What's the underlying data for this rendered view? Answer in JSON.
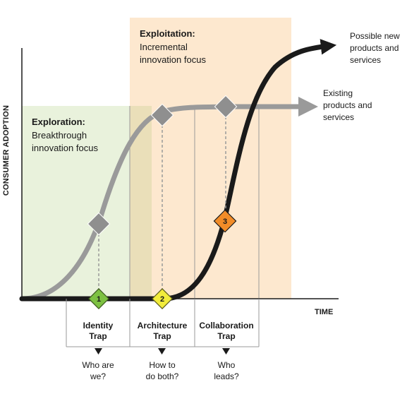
{
  "axes": {
    "y_label": "CONSUMER ADOPTION",
    "x_label": "TIME"
  },
  "zones": {
    "exploration": {
      "title": "Exploration:",
      "subtitle_lines": [
        "Breakthrough",
        "innovation focus"
      ]
    },
    "exploitation": {
      "title": "Exploitation:",
      "subtitle_lines": [
        "Incremental",
        "innovation focus"
      ]
    }
  },
  "curves": {
    "existing": {
      "label_lines": [
        "Existing",
        "products and",
        "services"
      ],
      "color": "#9a9a9a"
    },
    "new": {
      "label_lines": [
        "Possible new",
        "products and",
        "services"
      ],
      "color": "#1a1a1a"
    }
  },
  "traps": [
    {
      "number": "1",
      "title_lines": [
        "Identity",
        "Trap"
      ],
      "question_lines": [
        "Who are",
        "we?"
      ],
      "color": "#7dc142"
    },
    {
      "number": "2",
      "title_lines": [
        "Architecture",
        "Trap"
      ],
      "question_lines": [
        "How to",
        "do both?"
      ],
      "color": "#f2ec3b"
    },
    {
      "number": "3",
      "title_lines": [
        "Collaboration",
        "Trap"
      ],
      "question_lines": [
        "Who",
        "leads?"
      ],
      "color": "#f28c28"
    }
  ],
  "colors": {
    "exploration_fill": "#e9f2dc",
    "exploitation_fill": "#fde8cf",
    "marker_gray": "#8f8f8f"
  }
}
